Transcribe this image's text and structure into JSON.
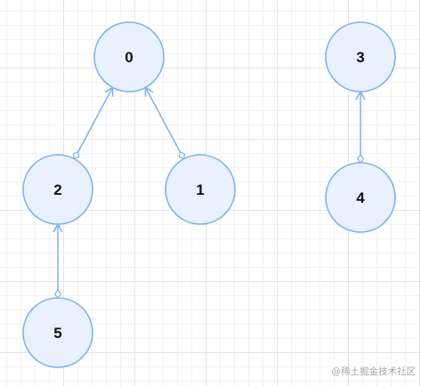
{
  "diagram": {
    "nodes": [
      {
        "id": "0",
        "label": "0"
      },
      {
        "id": "1",
        "label": "1"
      },
      {
        "id": "2",
        "label": "2"
      },
      {
        "id": "3",
        "label": "3"
      },
      {
        "id": "4",
        "label": "4"
      },
      {
        "id": "5",
        "label": "5"
      }
    ],
    "edges": [
      {
        "from": "2",
        "to": "0"
      },
      {
        "from": "1",
        "to": "0"
      },
      {
        "from": "4",
        "to": "3"
      },
      {
        "from": "5",
        "to": "2"
      }
    ],
    "colors": {
      "node_fill": "#e8f1fd",
      "node_stroke": "#7eb0ee",
      "edge": "#7eb0ee",
      "label": "#111111"
    }
  },
  "watermark": "@稀土掘金技术社区"
}
